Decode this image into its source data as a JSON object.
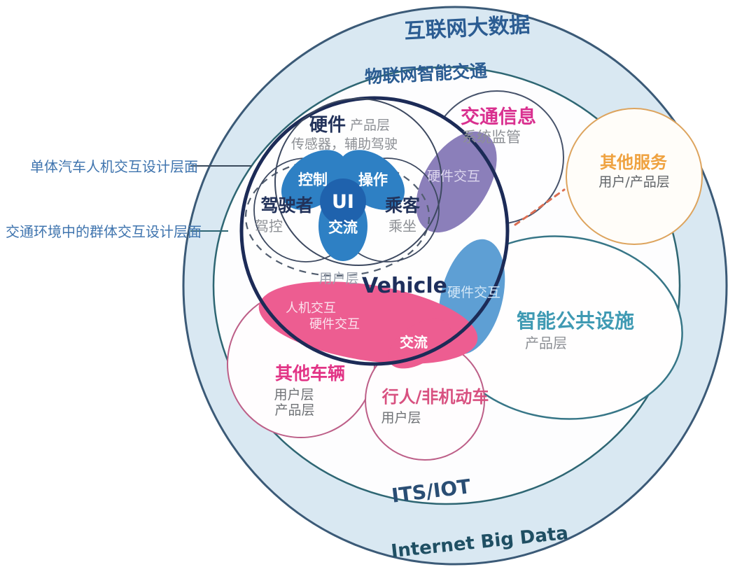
{
  "palette": {
    "band": "#d9e8f2",
    "outer_stroke": "#3b5a77",
    "iot_stroke": "#2e6673",
    "vehicle_navy": "#1c2b57",
    "petal_blue": "#2e80c4",
    "ui_blue": "#1f62ad",
    "purple_overlap": "#8b7fba",
    "blue_overlap": "#5e9fd4",
    "pink_overlap": "#ed5d91",
    "traffic_pink": "#d9308f",
    "service_orange": "#efa240",
    "facility_teal": "#3f9ab3",
    "vehicles_pink": "#e23486",
    "pedestrian_rose": "#d85180",
    "label_blue": "#3f74ae",
    "connector_orange": "#dc6e52"
  },
  "rings": {
    "outer_top": "互联网大数据",
    "outer_bottom": "Internet Big Data",
    "inner_top": "物联网智能交通",
    "inner_bottom": "ITS/IOT"
  },
  "annotations": {
    "line1": "单体汽车人机交互设计层面",
    "line2": "交通环境中的群体交互设计层面"
  },
  "vehicle": {
    "title": "Vehicle",
    "hardware": "硬件",
    "hardware_layer": "产品层",
    "hardware_desc": "传感器，辅助驾驶",
    "driver": "驾驶者",
    "driver_sub": "驾控",
    "passenger": "乘客",
    "passenger_sub": "乘坐",
    "control": "控制",
    "operate": "操作",
    "ui": "UI",
    "communicate": "交流",
    "user_layer": "用户层"
  },
  "traffic_info": {
    "title": "交通信息",
    "sub": "系统监管",
    "overlap": "硬件交互"
  },
  "other_services": {
    "title": "其他服务",
    "sub": "用户/产品层"
  },
  "facilities": {
    "title": "智能公共设施",
    "sub": "产品层",
    "overlap": "硬件交互"
  },
  "other_vehicles": {
    "title": "其他车辆",
    "sub1": "用户层",
    "sub2": "产品层",
    "overlap1": "人机交互",
    "overlap2": "硬件交互"
  },
  "pedestrians": {
    "title": "行人/非机动车",
    "sub": "用户层",
    "overlap": "交流"
  }
}
